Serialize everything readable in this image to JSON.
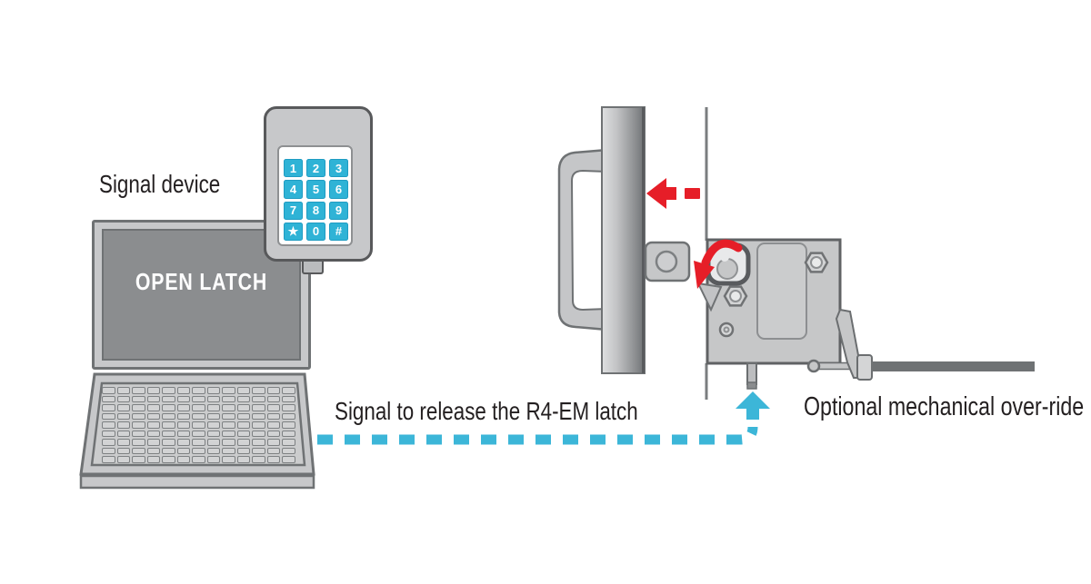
{
  "labels": {
    "signal_device": "Signal device",
    "open_latch": "OPEN LATCH",
    "signal_release": "Signal to release the R4-EM latch",
    "optional_override": "Optional mechanical over-ride"
  },
  "keypad": {
    "keys": [
      "1",
      "2",
      "3",
      "4",
      "5",
      "6",
      "7",
      "8",
      "9",
      "★",
      "0",
      "#"
    ]
  },
  "laptop": {
    "keyboard": {
      "rows": 9,
      "cols": 13
    }
  },
  "colors": {
    "signal_cyan": "#3cb6d8",
    "alert_red": "#e61e28",
    "text_dark": "#231f20",
    "device_gray": "#c7c8ca",
    "screen_gray": "#8b8d8f",
    "cable_gray": "#6f7274"
  },
  "icons": {
    "door_close_arrow": "red dashed arrow pointing left",
    "latch_release_arrow": "red curved arrow pointing down-left",
    "signal_path_arrow": "cyan arrow pointing up",
    "signal_path": "cyan dashed line"
  }
}
